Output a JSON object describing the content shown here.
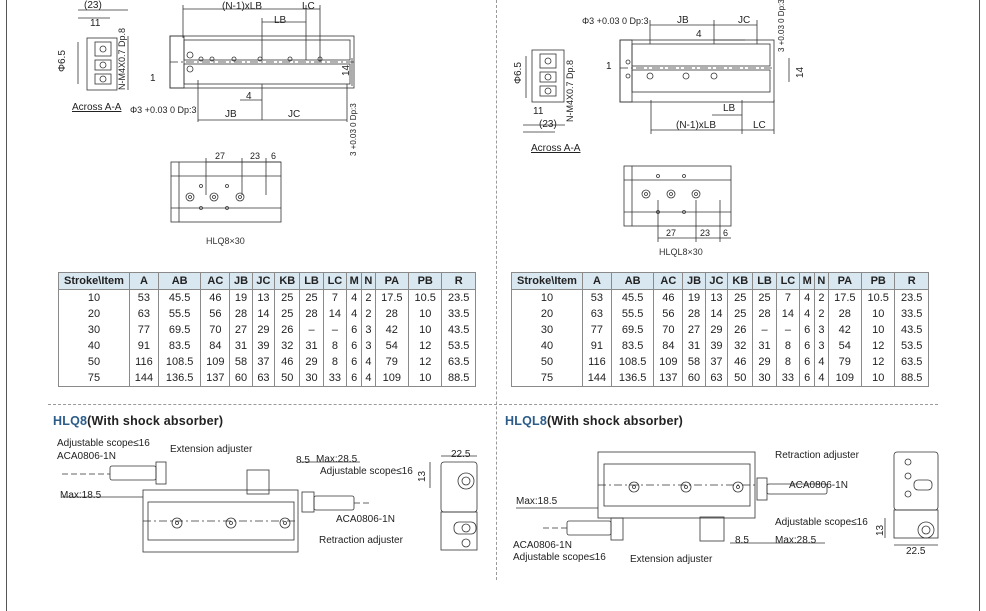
{
  "labels": {
    "n_minus_1_lb": "(N-1)xLB",
    "lb": "LB",
    "lc": "LC",
    "jb": "JB",
    "jc": "JC",
    "dim_23": "(23)",
    "dim_11": "11",
    "phi65": "Φ6.5",
    "thread": "N-M4X0.7 Dp.8",
    "hole": "Φ3 +0.03 0 Dp:3",
    "dim_14": "14",
    "dim_1": "1",
    "dim_4": "4",
    "depth3": "3 +0.03 0 Dp:3",
    "across": "Across A-A",
    "d27": "27",
    "d23": "23",
    "d6": "6"
  },
  "captions": {
    "left": "HLQ8×30",
    "right": "HLQL8×30"
  },
  "table": {
    "headers": [
      "Stroke\\Item",
      "A",
      "AB",
      "AC",
      "JB",
      "JC",
      "KB",
      "LB",
      "LC",
      "M",
      "N",
      "PA",
      "PB",
      "R"
    ],
    "rows": [
      [
        "10",
        "53",
        "45.5",
        "46",
        "19",
        "13",
        "25",
        "25",
        "7",
        "4",
        "2",
        "17.5",
        "10.5",
        "23.5"
      ],
      [
        "20",
        "63",
        "55.5",
        "56",
        "28",
        "14",
        "25",
        "28",
        "14",
        "4",
        "2",
        "28",
        "10",
        "33.5"
      ],
      [
        "30",
        "77",
        "69.5",
        "70",
        "27",
        "29",
        "26",
        "–",
        "–",
        "6",
        "3",
        "42",
        "10",
        "43.5"
      ],
      [
        "40",
        "91",
        "83.5",
        "84",
        "31",
        "39",
        "32",
        "31",
        "8",
        "6",
        "3",
        "54",
        "12",
        "53.5"
      ],
      [
        "50",
        "116",
        "108.5",
        "109",
        "58",
        "37",
        "46",
        "29",
        "8",
        "6",
        "4",
        "79",
        "12",
        "63.5"
      ],
      [
        "75",
        "144",
        "136.5",
        "137",
        "60",
        "63",
        "50",
        "30",
        "33",
        "6",
        "4",
        "109",
        "10",
        "88.5"
      ]
    ]
  },
  "sections": {
    "left": {
      "prefix": "HLQ8",
      "suffix": "(With shock absorber)"
    },
    "right": {
      "prefix": "HLQL8",
      "suffix": "(With shock absorber)"
    }
  },
  "shock": {
    "adjustable_scope": "Adjustable scope≤16",
    "aca": "ACA0806-1N",
    "extension_adjuster": "Extension adjuster",
    "retraction_adjuster": "Retraction adjuster",
    "max185": "Max:18.5",
    "max285": "Max:28.5",
    "d85": "8.5",
    "d225": "22.5",
    "d13": "13"
  }
}
